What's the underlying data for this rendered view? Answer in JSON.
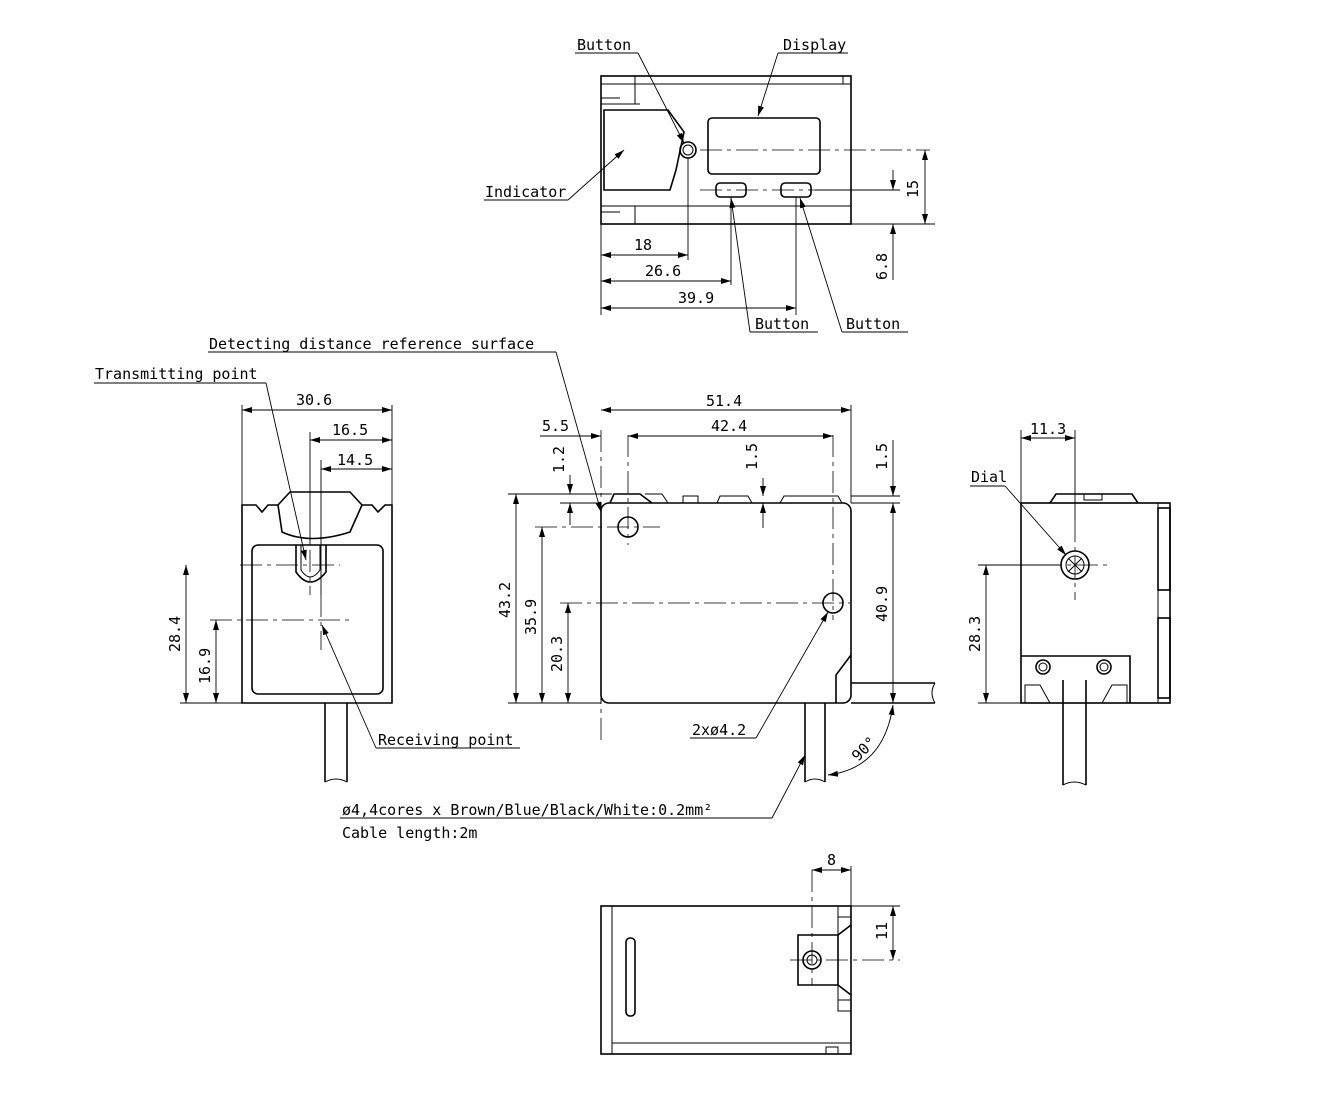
{
  "labels": {
    "button_top_left": "Button",
    "display": "Display",
    "indicator": "Indicator",
    "button_bottom_1": "Button",
    "button_bottom_2": "Button",
    "detecting_surface": "Detecting distance reference surface",
    "transmitting_point": "Transmitting point",
    "receiving_point": "Receiving point",
    "dial": "Dial",
    "holes": "2xø4.2",
    "cable_spec": "ø4,4cores x Brown/Blue/Black/White:0.2mm²",
    "cable_length": "Cable length:2m",
    "angle": "90°"
  },
  "dimensions": {
    "top_18": "18",
    "top_26_6": "26.6",
    "top_39_9": "39.9",
    "top_15": "15",
    "top_6_8": "6.8",
    "left_30_6": "30.6",
    "left_16_5": "16.5",
    "left_14_5": "14.5",
    "left_28_4": "28.4",
    "left_16_9": "16.9",
    "front_51_4": "51.4",
    "front_42_4": "42.4",
    "front_5_5": "5.5",
    "front_1_2": "1.2",
    "front_1_5_a": "1.5",
    "front_1_5_b": "1.5",
    "front_43_2": "43.2",
    "front_35_9": "35.9",
    "front_20_3": "20.3",
    "front_40_9": "40.9",
    "right_11_3": "11.3",
    "right_28_3": "28.3",
    "bottom_8": "8",
    "bottom_11": "11"
  }
}
